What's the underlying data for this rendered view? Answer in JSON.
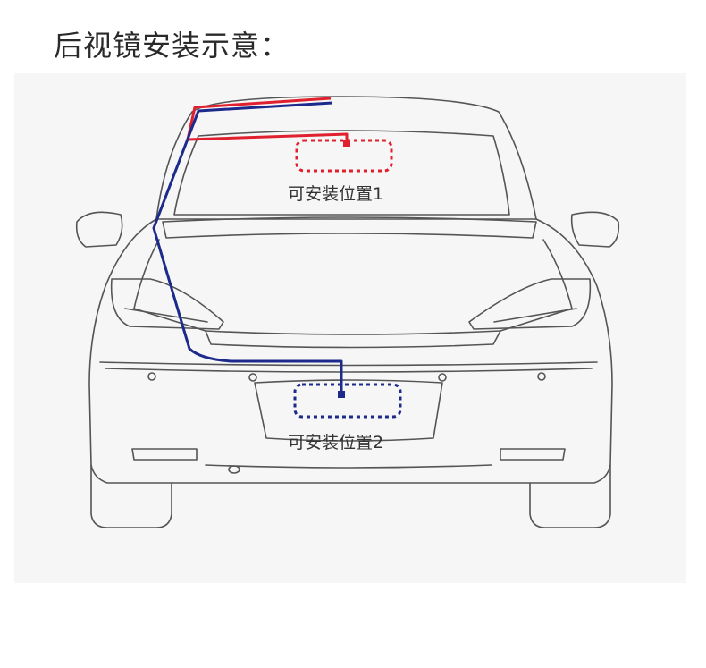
{
  "title": "后视镜安装示意：",
  "positions": [
    {
      "label": "可安装位置1",
      "color": "#e0202e"
    },
    {
      "label": "可安装位置2",
      "color": "#1c2a8c"
    }
  ],
  "colors": {
    "red_wire": "#e0202e",
    "blue_wire": "#1c2a8c",
    "car_outline": "#555555",
    "panel_bg": "#f6f6f6"
  }
}
